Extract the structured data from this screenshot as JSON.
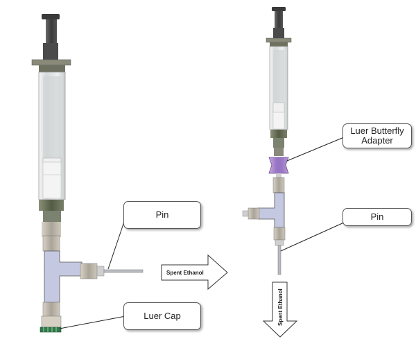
{
  "diagram": {
    "left_assembly": {
      "callouts": {
        "pin": "Pin",
        "luer_cap": "Luer Cap"
      },
      "flow_arrow_label": "Spent Ethanol"
    },
    "right_assembly": {
      "callouts": {
        "luer_butterfly_adapter_line1": "Luer Butterfly",
        "luer_butterfly_adapter_line2": "Adapter",
        "pin": "Pin"
      },
      "flow_arrow_label": "Spent Ethanol"
    },
    "colors": {
      "plunger_dark": "#3e3e3e",
      "fitting_olive": "#5e6650",
      "barrel_glass": "#e6eaea",
      "tee_lavender": "#c4c8e0",
      "butterfly_purple": "#a084c8",
      "cap_green": "#2f7a4a",
      "pin_steel": "#b8bcc0"
    }
  }
}
